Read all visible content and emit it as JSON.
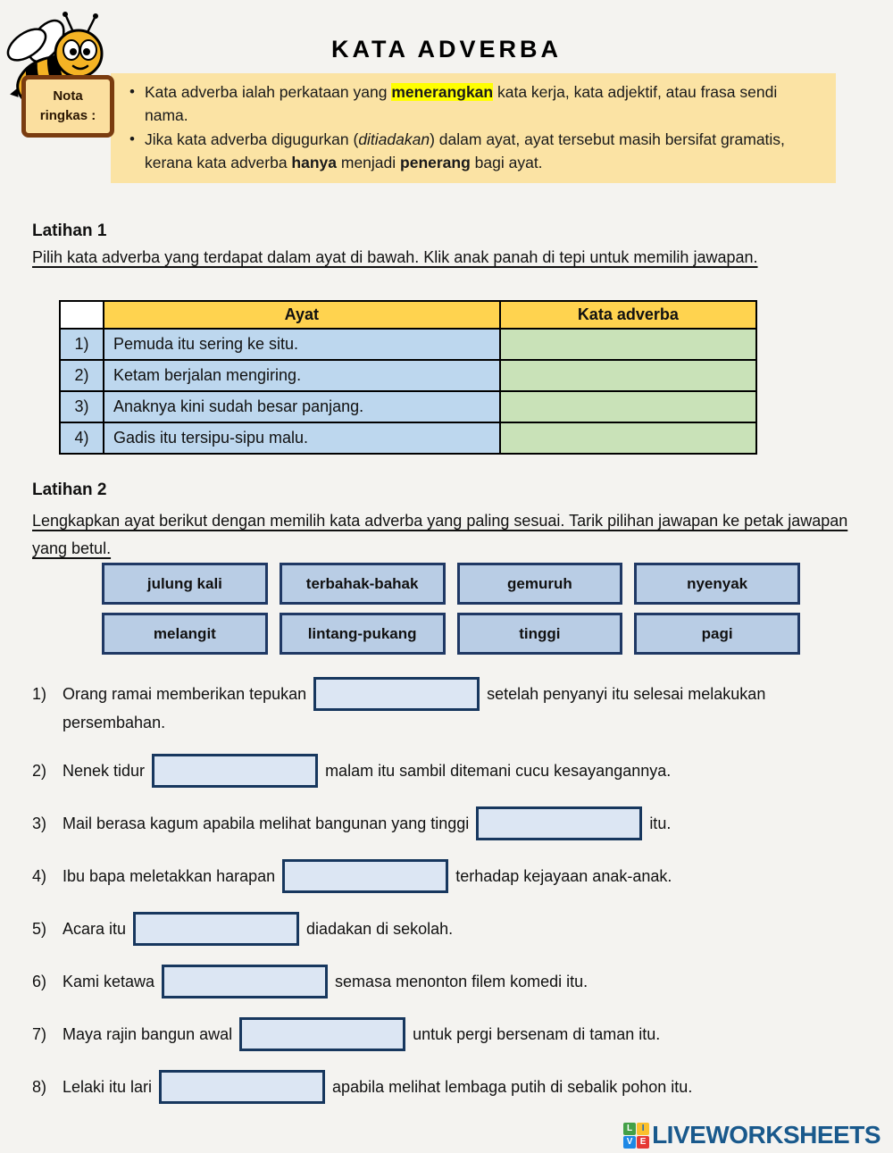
{
  "title": "KATA ADVERBA",
  "note": {
    "label_line1": "Nota",
    "label_line2": "ringkas :",
    "bullet1": {
      "pre": "Kata adverba ialah perkataan yang ",
      "highlight": "menerangkan",
      "post": " kata kerja, kata adjektif, atau frasa sendi nama."
    },
    "bullet2": {
      "pre": "Jika kata adverba digugurkan (",
      "italic": "ditiadakan",
      "mid1": ") dalam ayat, ayat tersebut masih bersifat gramatis, kerana kata adverba ",
      "bold1": "hanya",
      "mid2": " menjadi ",
      "bold2": "penerang",
      "post": " bagi ayat."
    }
  },
  "colors": {
    "note_bg": "#fbe3a4",
    "highlight": "#ffff00",
    "table_header_bg": "#ffd34f",
    "table_blue_cell": "#bdd7ee",
    "table_green_cell": "#c9e2b8",
    "word_box_bg": "#b9cde5",
    "word_box_border": "#1f3864",
    "blank_bg": "#dce6f3",
    "blank_border": "#17375e",
    "brand_blue": "#19598c"
  },
  "latihan1": {
    "heading": "Latihan 1",
    "instruction": "Pilih kata adverba yang terdapat dalam ayat di bawah. Klik anak panah di tepi untuk memilih jawapan.",
    "table": {
      "header_ayat": "Ayat",
      "header_kata_adverba": "Kata adverba",
      "rows": [
        {
          "num": "1)",
          "ayat": "Pemuda itu sering ke situ.",
          "answer": ""
        },
        {
          "num": "2)",
          "ayat": "Ketam berjalan mengiring.",
          "answer": ""
        },
        {
          "num": "3)",
          "ayat": "Anaknya kini sudah besar panjang.",
          "answer": ""
        },
        {
          "num": "4)",
          "ayat": "Gadis itu tersipu-sipu malu.",
          "answer": ""
        }
      ]
    }
  },
  "latihan2": {
    "heading": "Latihan 2",
    "instruction": "Lengkapkan ayat berikut dengan memilih kata adverba yang paling sesuai. Tarik pilihan jawapan ke petak jawapan yang betul.",
    "word_bank": [
      "julung kali",
      "terbahak-bahak",
      "gemuruh",
      "nyenyak",
      "melangit",
      "lintang-pukang",
      "tinggi",
      "pagi"
    ],
    "sentences": [
      {
        "num": "1)",
        "before": "Orang ramai memberikan tepukan",
        "after": "setelah penyanyi itu selesai melakukan persembahan."
      },
      {
        "num": "2)",
        "before": "Nenek tidur",
        "after": "malam itu sambil ditemani cucu kesayangannya."
      },
      {
        "num": "3)",
        "before": "Mail berasa kagum apabila melihat bangunan yang tinggi",
        "after": "itu."
      },
      {
        "num": "4)",
        "before": "Ibu bapa meletakkan harapan",
        "after": "terhadap kejayaan anak-anak."
      },
      {
        "num": "5)",
        "before": "Acara itu",
        "after": "diadakan di sekolah."
      },
      {
        "num": "6)",
        "before": "Kami ketawa",
        "after": "semasa menonton filem komedi itu."
      },
      {
        "num": "7)",
        "before": "Maya rajin bangun awal",
        "after": "untuk pergi bersenam di taman itu."
      },
      {
        "num": "8)",
        "before": "Lelaki itu lari",
        "after": "apabila melihat lembaga putih di sebalik pohon itu."
      }
    ]
  },
  "footer": {
    "logo_letters": [
      "L",
      "I",
      "V",
      "E"
    ],
    "brand": "LIVEWORKSHEETS"
  }
}
